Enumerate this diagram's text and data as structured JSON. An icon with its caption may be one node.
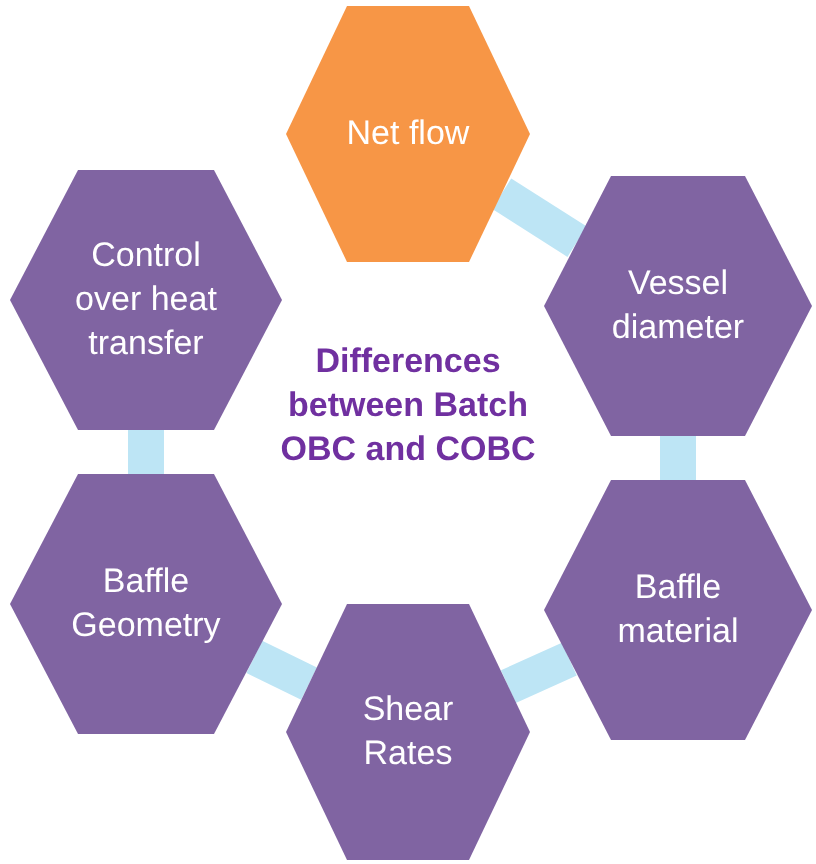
{
  "diagram": {
    "nodes": [
      {
        "text": [
          "Net flow"
        ]
      },
      {
        "text": [
          "Control over heat transfer"
        ]
      },
      {
        "text": [
          "Vessel diameter"
        ]
      },
      {
        "text": [
          "Baffle Geometry"
        ]
      },
      {
        "text": [
          "Baffle material"
        ]
      },
      {
        "text": [
          "Shear Rates"
        ]
      }
    ],
    "edges": [
      {
        "from": 0,
        "to": 2,
        "arrow": "none"
      },
      {
        "from": 2,
        "to": 4,
        "arrow": "none"
      },
      {
        "from": 4,
        "to": 5,
        "arrow": "none"
      },
      {
        "from": 5,
        "to": 3,
        "arrow": "none"
      },
      {
        "from": 3,
        "to": 1,
        "arrow": "none"
      }
    ],
    "labels": [
      "Differences between Batch OBC and COBC"
    ]
  }
}
